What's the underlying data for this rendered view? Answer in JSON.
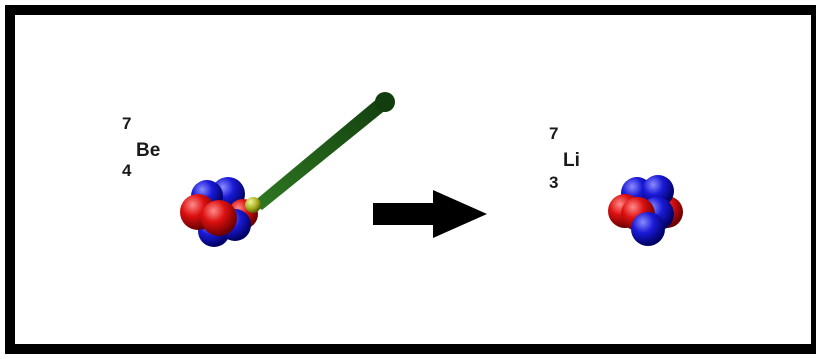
{
  "before": {
    "mass_number": "7",
    "symbol": "Be",
    "atomic_number": "4"
  },
  "after": {
    "mass_number": "7",
    "symbol": "Li",
    "atomic_number": "3"
  },
  "colors": {
    "proton": "#cc0000",
    "neutron": "#1a1acc",
    "electron": "#a8b020",
    "electron_trail": "#1f5a1a",
    "arrow": "#000000"
  }
}
